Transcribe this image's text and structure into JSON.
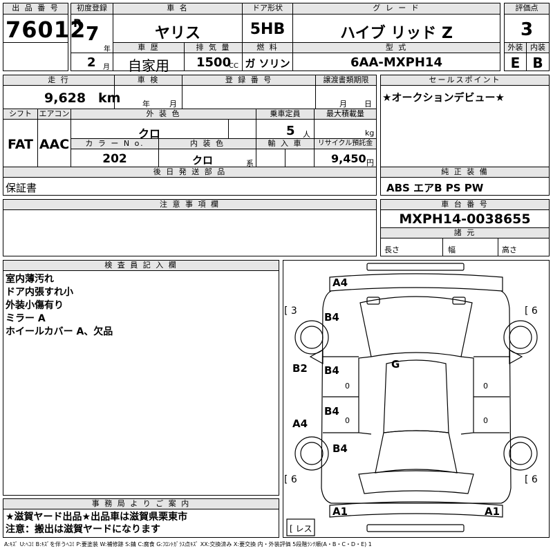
{
  "header_labels": {
    "lot_no": "出 品 番 号",
    "first_reg": "初度登録",
    "car_name": "車 名",
    "door": "ドア形状",
    "grade": "グ レ ー ド",
    "score": "評価点",
    "history": "車 歴",
    "displacement": "排 気 量",
    "fuel": "燃 料",
    "model_code": "型 式",
    "exterior": "外装",
    "interior": "内装"
  },
  "lot_no": "76012",
  "era": "R",
  "year": "7",
  "year_unit": "年",
  "month": "2",
  "month_unit": "月",
  "car_name": "ヤリス",
  "door": "5HB",
  "grade": "ハイブ リッド Z",
  "score": "3",
  "history": "自家用",
  "displacement": "1500",
  "displacement_unit": "CC",
  "fuel": "ガ ソリン",
  "model_code": "6AA-MXPH14",
  "exterior_grade": "E",
  "interior_grade": "B",
  "row2_labels": {
    "mileage": "走 行",
    "inspection": "車 検",
    "reg_no": "登 録 番 号",
    "transfer": "譲渡書類期限",
    "selling_points": "セールスポイント",
    "shift": "シフト",
    "aircon": "エアコン",
    "color": "外 装 色",
    "capacity": "乗車定員",
    "max_load": "最大積載量",
    "color_no": "カ ラ ー N o.",
    "int_color": "内 装 色",
    "import": "輸 入 車",
    "recycle": "リサイクル預託金",
    "later_parts": "後 日 発 送 部 品",
    "genuine": "純 正 装 備"
  },
  "mileage": "9,628",
  "mileage_unit": "km",
  "insp_year": "年",
  "insp_month": "月",
  "transfer_month": "月",
  "transfer_day": "日",
  "selling_point": "★オークションデビュー★",
  "shift": "FAT",
  "aircon": "AAC",
  "color": "クロ",
  "capacity": "5",
  "capacity_unit": "人",
  "max_load_unit": "kg",
  "color_no": "202",
  "int_color": "クロ",
  "int_color_unit": "系",
  "recycle": "9,450",
  "recycle_unit": "円",
  "later_parts": "保証書",
  "genuine": "ABS エアB PS PW",
  "notes_label": "注 意 事 項 欄",
  "chassis_label": "車 台 番 号",
  "chassis_no": "MXPH14-0038655",
  "specs_label": "諸 元",
  "len_label": "長さ",
  "wid_label": "幅",
  "hgt_label": "高さ",
  "inspector_label": "検 査 員 記 入 欄",
  "inspector_notes": [
    "室内薄汚れ",
    "ドア内張すれ小",
    "外装小傷有り",
    "ミラー A",
    "ホイールカバー A、欠品"
  ],
  "office_label": "事 務 局 よ り ご 案 内",
  "office_notes": [
    "★滋賀ヤード出品★出品車は滋賀県栗東市",
    "注意：搬出は滋賀ヤードになります"
  ],
  "diagram_marks": {
    "a4_top": "A4",
    "b4_1": "B4",
    "b2": "B2",
    "b4_2": "B4",
    "b4_3": "B4",
    "a4_left": "A4",
    "b4_4": "B4",
    "g": "G",
    "a1_left": "A1",
    "a1_right": "A1",
    "tire_fl": "[ 3",
    "tire_fr": "[ 6",
    "tire_rl": "[ 6",
    "tire_rr": "[ 6",
    "spare": "[ レス",
    "zero1": "0",
    "zero2": "0",
    "zero3": "0",
    "zero4": "0"
  },
  "legend": "A:ｷｽﾞ U:ﾍｺﾐ B:ｷｽﾞを伴うﾍｺﾐ P:要塗装 W:補修跡 S:錆 C:腐食 G:ﾌﾛﾝﾄｶﾞﾗｽ点ｷｽﾞ XX:交換済み X:要交換 内・外装評価 5段階ﾗﾝｸ順(A・B・C・D・E) 1"
}
